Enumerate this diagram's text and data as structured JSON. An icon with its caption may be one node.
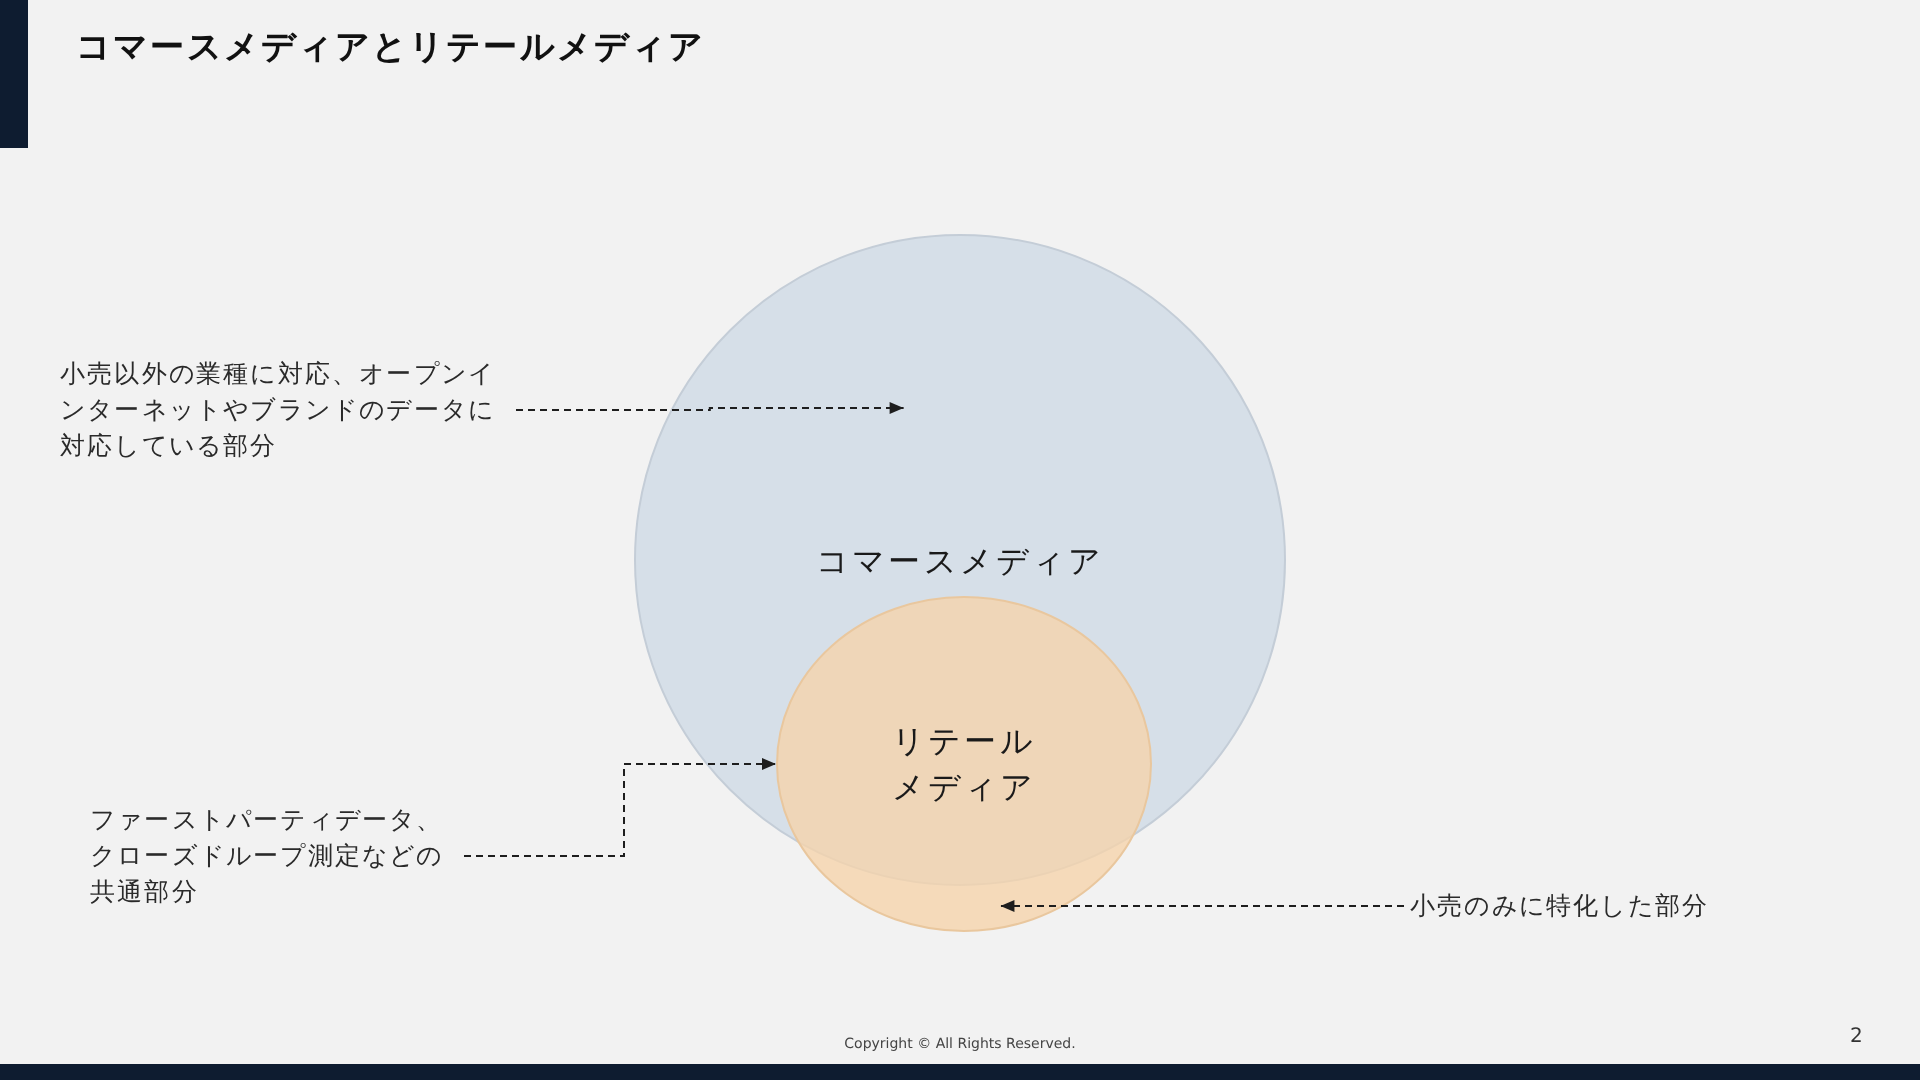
{
  "diagram": {
    "title": "コマースメディアとリテールメディア",
    "nodes": [
      {
        "text": [
          "コマースメディア"
        ]
      },
      {
        "text": [
          "リテールメディア"
        ]
      },
      {
        "text": [
          "小売以外の業種に対応、オープンインターネットやブランドのデータに対応している部分"
        ]
      },
      {
        "text": [
          "ファーストパーティデータ、クローズドループ測定などの共通部分"
        ]
      },
      {
        "text": [
          "小売のみに特化した部分"
        ]
      }
    ],
    "edges": [
      {
        "from": 2,
        "to": 0,
        "arrow": "to",
        "style": "dashed"
      },
      {
        "from": 3,
        "to": 1,
        "arrow": "to",
        "style": "dashed"
      },
      {
        "from": 4,
        "to": 1,
        "arrow": "to",
        "style": "dashed"
      }
    ],
    "labels": [
      "Copyright © All Rights Reserved.",
      "2"
    ]
  }
}
